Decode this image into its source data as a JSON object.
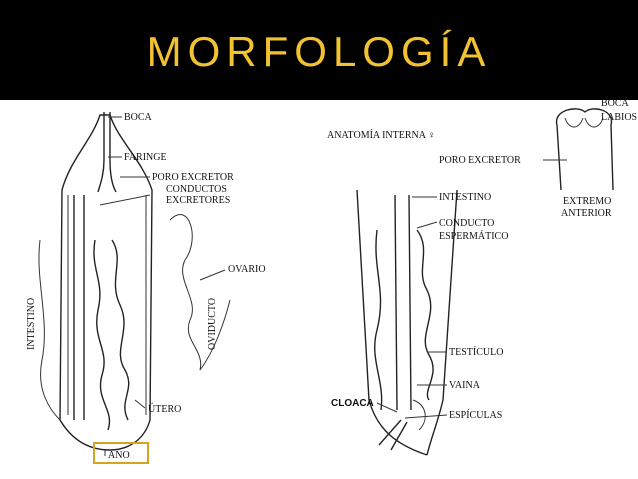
{
  "title": "MORFOLOGÍA",
  "accent_color": "#f2c230",
  "left_diagram": {
    "labels": {
      "boca": "BOCA",
      "faringe": "FARINGE",
      "poro": "PORO EXCRETOR",
      "conductos1": "CONDUCTOS",
      "conductos2": "EXCRETORES",
      "ovario": "OVARIO",
      "intestino": "INTESTINO",
      "oviducto": "OVIDUCTO",
      "utero": "ÚTERO",
      "ano": "ANO"
    },
    "highlight_color": "#d7a21f"
  },
  "right_diagram": {
    "labels": {
      "boca": "BOCA",
      "labios": "LABIOS",
      "anatomia": "ANATOMÍA INTERNA ♀",
      "poro": "PORO EXCRETOR",
      "extremo": "EXTREMO",
      "anterior": "ANTERIOR",
      "intestino": "INTESTINO",
      "conducto": "CONDUCTO",
      "espermatico": "ESPERMÁTICO",
      "testiculo": "TESTÍCULO",
      "vaina": "VAINA",
      "cloaca": "CLOACA",
      "especulas": "ESPÍCULAS"
    }
  }
}
